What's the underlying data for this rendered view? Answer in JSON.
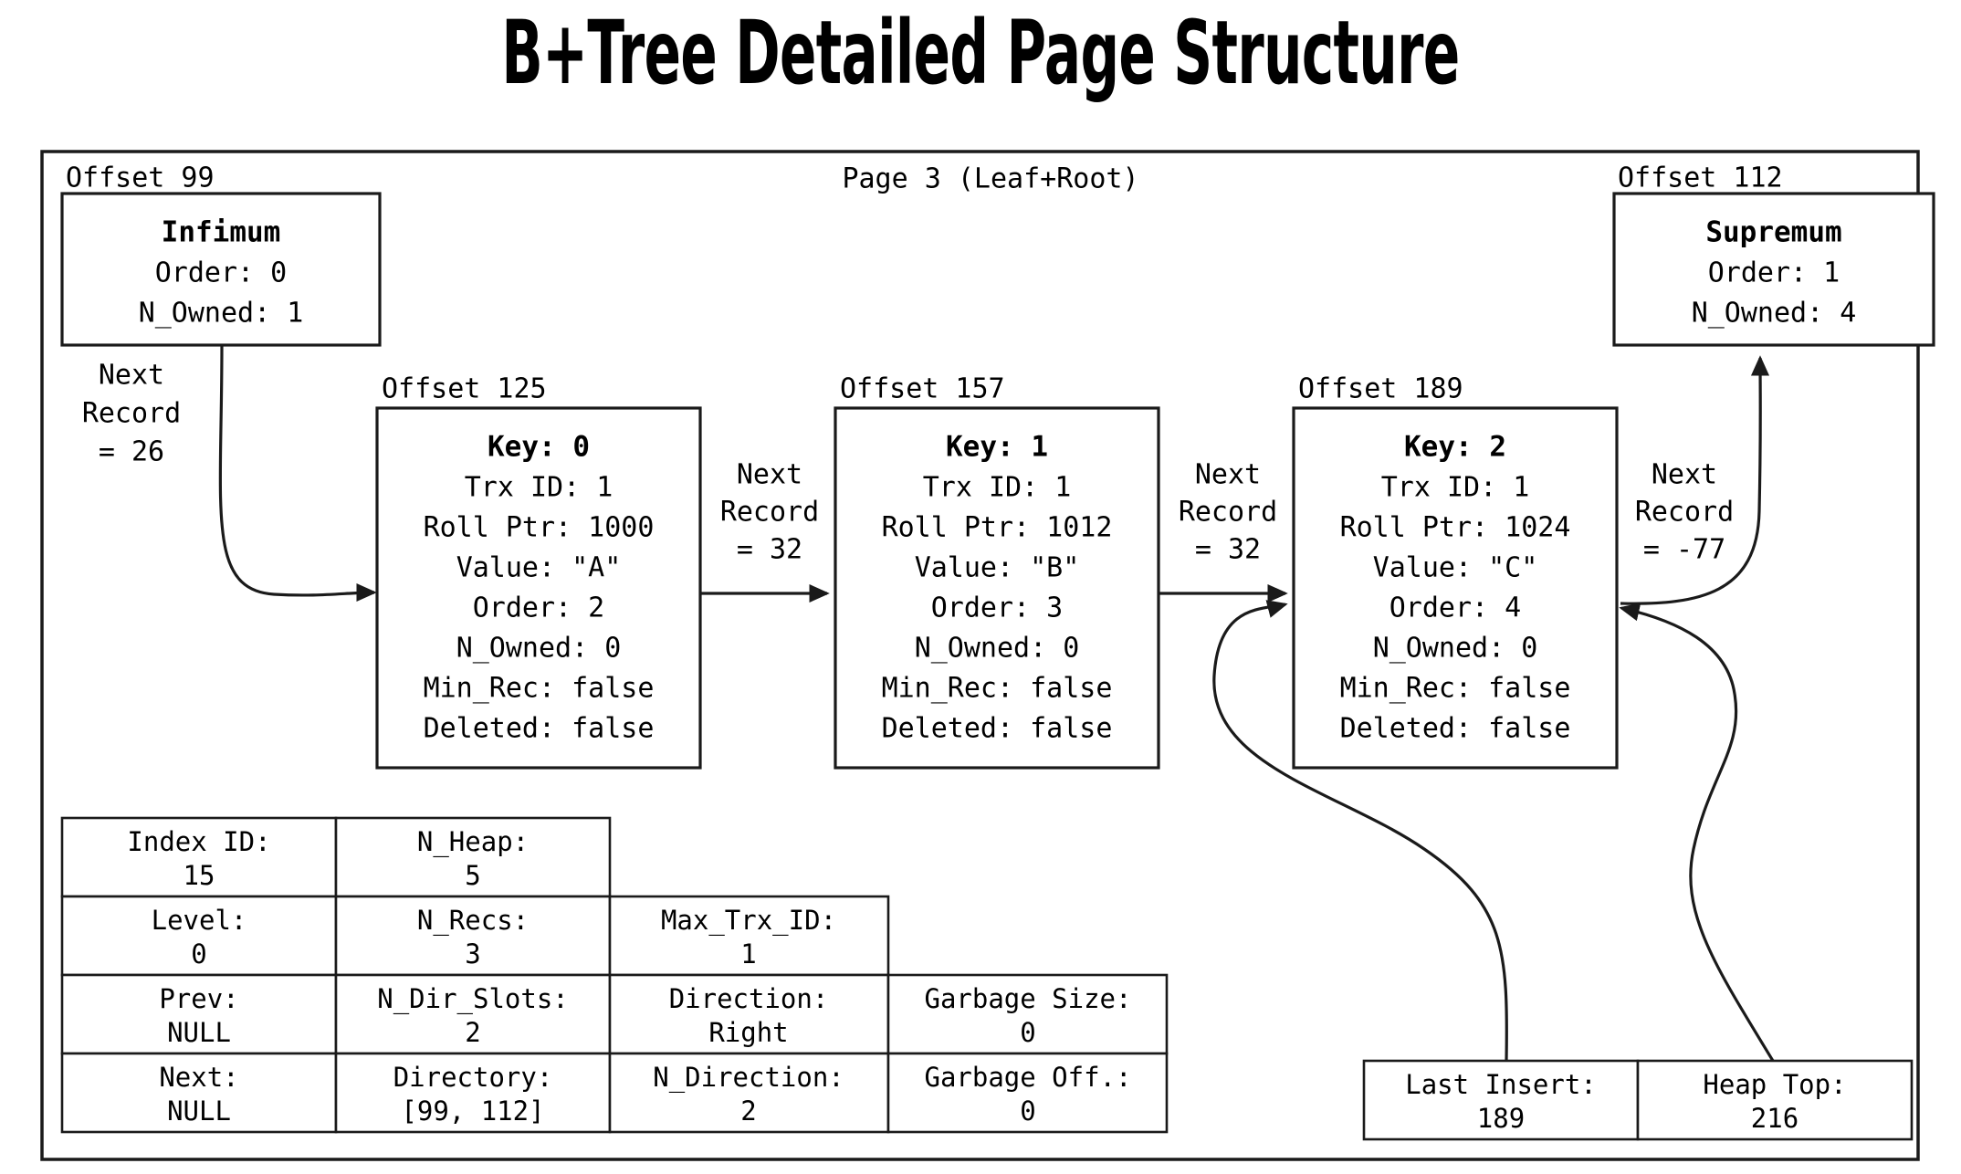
{
  "title": "B+Tree Detailed Page Structure",
  "page": {
    "label": "Page 3 (Leaf+Root)"
  },
  "system_records": [
    {
      "offset_label": "Offset 99",
      "name": "Infimum",
      "lines": [
        "Order: 0",
        "N_Owned: 1"
      ]
    },
    {
      "offset_label": "Offset 112",
      "name": "Supremum",
      "lines": [
        "Order: 1",
        "N_Owned: 4"
      ]
    }
  ],
  "records": [
    {
      "offset_label": "Offset 125",
      "key": "Key: 0",
      "lines": [
        "Trx ID: 1",
        "Roll Ptr: 1000",
        "Value: \"A\"",
        "Order: 2",
        "N_Owned: 0",
        "Min_Rec: false",
        "Deleted: false"
      ]
    },
    {
      "offset_label": "Offset 157",
      "key": "Key: 1",
      "lines": [
        "Trx ID: 1",
        "Roll Ptr: 1012",
        "Value: \"B\"",
        "Order: 3",
        "N_Owned: 0",
        "Min_Rec: false",
        "Deleted: false"
      ]
    },
    {
      "offset_label": "Offset 189",
      "key": "Key: 2",
      "lines": [
        "Trx ID: 1",
        "Roll Ptr: 1024",
        "Value: \"C\"",
        "Order: 4",
        "N_Owned: 0",
        "Min_Rec: false",
        "Deleted: false"
      ]
    }
  ],
  "next_record_labels": [
    {
      "l1": "Next",
      "l2": "Record",
      "l3": "= 26"
    },
    {
      "l1": "Next",
      "l2": "Record",
      "l3": "= 32"
    },
    {
      "l1": "Next",
      "l2": "Record",
      "l3": "= 32"
    },
    {
      "l1": "Next",
      "l2": "Record",
      "l3": "= -77"
    }
  ],
  "header_table": {
    "rows": [
      [
        {
          "label": "Index ID:",
          "value": "15"
        },
        {
          "label": "N_Heap:",
          "value": "5"
        }
      ],
      [
        {
          "label": "Level:",
          "value": "0"
        },
        {
          "label": "N_Recs:",
          "value": "3"
        },
        {
          "label": "Max_Trx_ID:",
          "value": "1"
        }
      ],
      [
        {
          "label": "Prev:",
          "value": "NULL"
        },
        {
          "label": "N_Dir_Slots:",
          "value": "2"
        },
        {
          "label": "Direction:",
          "value": "Right"
        },
        {
          "label": "Garbage Size:",
          "value": "0"
        }
      ],
      [
        {
          "label": "Next:",
          "value": "NULL"
        },
        {
          "label": "Directory:",
          "value": "[99, 112]"
        },
        {
          "label": "N_Direction:",
          "value": "2"
        },
        {
          "label": "Garbage Off.:",
          "value": "0"
        }
      ]
    ]
  },
  "pointer_boxes": [
    {
      "label": "Last Insert:",
      "value": "189"
    },
    {
      "label": "Heap Top:",
      "value": "216"
    }
  ],
  "colors": {
    "stroke": "#1a1a1a",
    "background": "#ffffff",
    "text": "#000000"
  }
}
